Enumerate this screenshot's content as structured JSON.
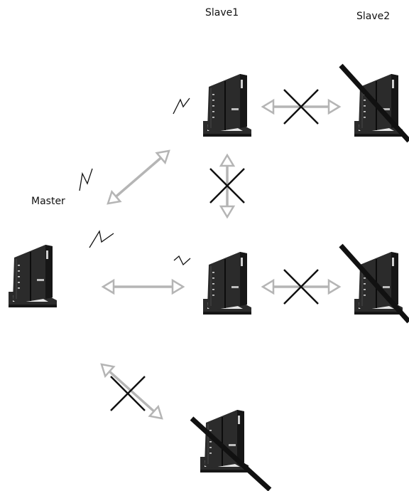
{
  "labels": {
    "master": "Master",
    "slave1": "Slave1",
    "slave2": "Slave2"
  },
  "colors": {
    "arrow": "#b5b5b5",
    "cross": "#111111",
    "router_body": "#2b2b2b",
    "router_dark": "#161616",
    "router_light": "#e6e6e6"
  },
  "icons": {
    "router": "wireless-router-icon",
    "signal": "wireless-signal-icon",
    "link": "double-arrow-icon",
    "blocked": "cross-out-icon"
  }
}
